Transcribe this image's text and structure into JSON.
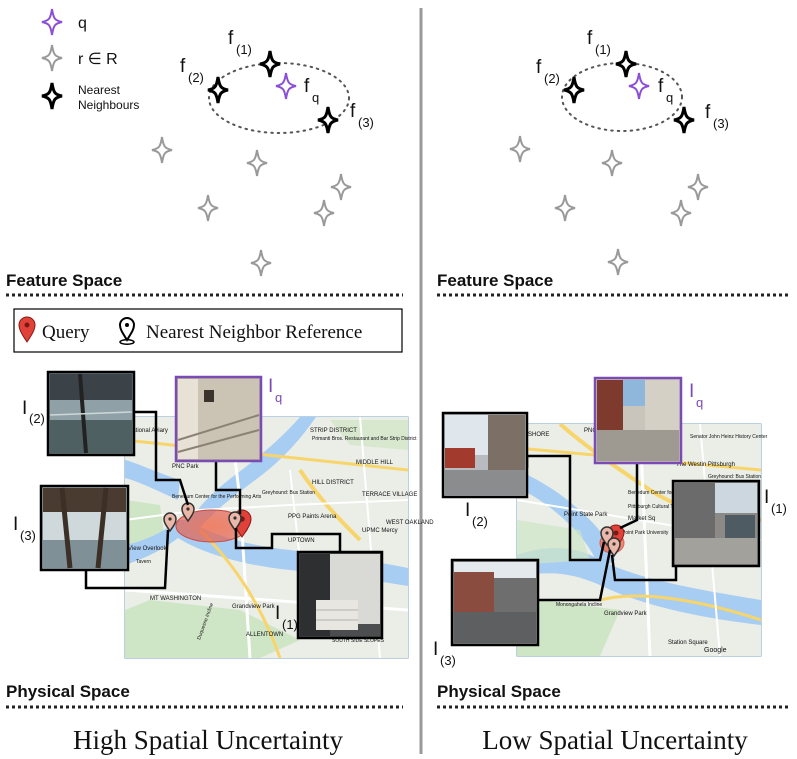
{
  "legend_feature": {
    "query": "q",
    "reference": "r ∈ R",
    "nearest": [
      "Nearest",
      "Neighbours"
    ]
  },
  "legend_physical": {
    "query": "Query",
    "nearest": "Nearest Neighbor Reference"
  },
  "features": {
    "f": "f",
    "i": "I",
    "sub1": "(1)",
    "sub2": "(2)",
    "sub3": "(3)",
    "subq": "q"
  },
  "sections": {
    "feature_space": "Feature Space",
    "physical_space": "Physical Space"
  },
  "map_left": {
    "labels": [
      "STRIP DISTRICT",
      "Primanti Bros. Restaurant and Bar Strip District",
      "MIDDLE HILL",
      "PNC Park",
      "HILL DISTRICT",
      "Greyhound: Bus Station",
      "Benedum Center for the Performing Arts",
      "TERRACE VILLAGE",
      "PPG Paints Arena",
      "View Overlook",
      "WEST OAKLAND",
      "UPMC Mercy",
      "UPTOWN",
      "Tavern",
      "MT WASHINGTON",
      "Grandview Park",
      "Duquesne Incline",
      "ALLENTOWN",
      "SOUTH SIDE SLOPES",
      "National Aviary"
    ]
  },
  "map_right": {
    "labels": [
      "SHORE",
      "PNC",
      "Senator John Heinz History Center",
      "The Westin Pittsburgh",
      "Greyhound: Bus Station",
      "Benedum Center for the Performing Arts",
      "Pittsburgh Cultural Trust",
      "Point State Park",
      "Market Sq",
      "Point Park University",
      "Monongahela Incline",
      "Grandview Park",
      "Station Square",
      "Google"
    ]
  },
  "captions": {
    "left": "High Spatial Uncertainty",
    "right": "Low Spatial Uncertainty"
  }
}
